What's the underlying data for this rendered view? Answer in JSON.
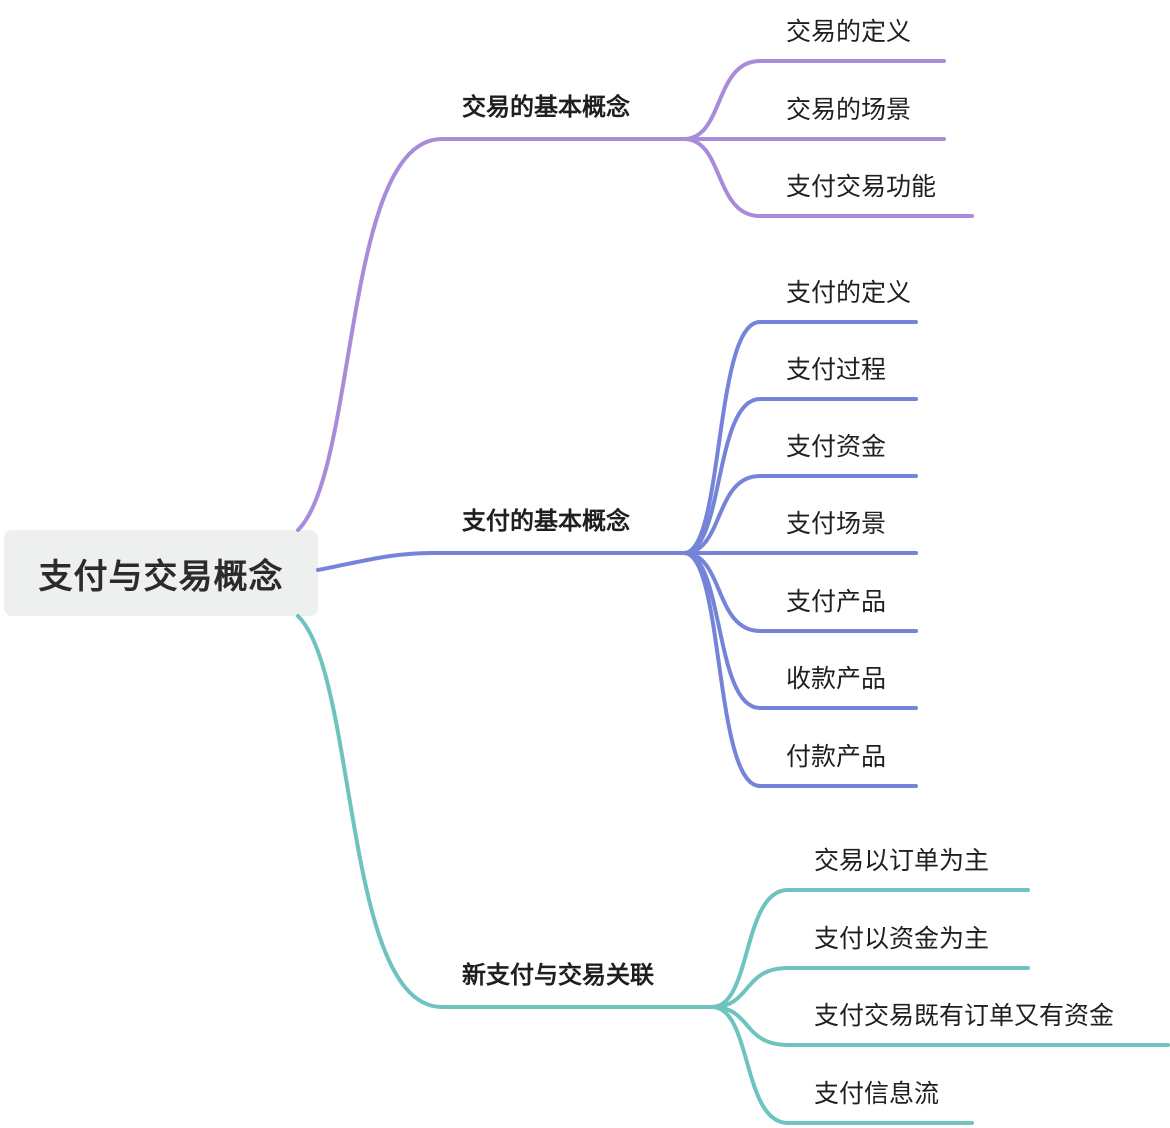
{
  "root": {
    "label": "支付与交易概念"
  },
  "branches": [
    {
      "label": "交易的基本概念",
      "color": "#a98bd9",
      "children": [
        "交易的定义",
        "交易的场景",
        "支付交易功能"
      ]
    },
    {
      "label": "支付的基本概念",
      "color": "#7583d8",
      "children": [
        "支付的定义",
        "支付过程",
        "支付资金",
        "支付场景",
        "支付产品",
        "收款产品",
        "付款产品"
      ]
    },
    {
      "label": "新支付与交易关联",
      "color": "#6ec3bf",
      "children": [
        "交易以订单为主",
        "支付以资金为主",
        "支付交易既有订单又有资金",
        "支付信息流"
      ]
    }
  ]
}
